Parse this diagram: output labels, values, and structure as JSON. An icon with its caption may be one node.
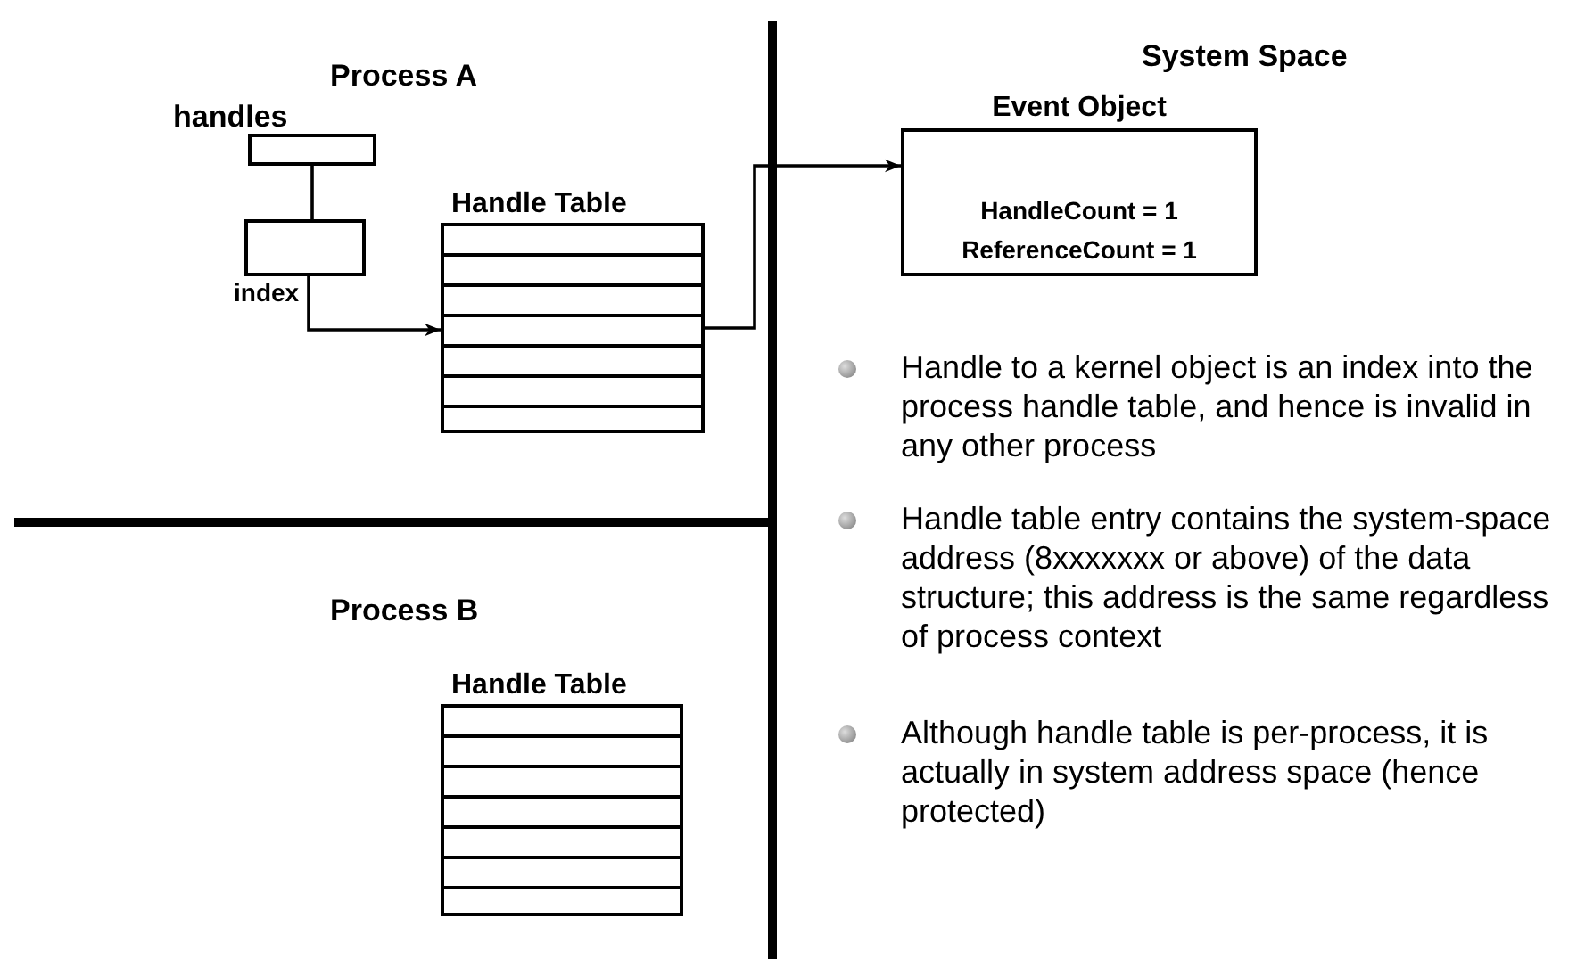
{
  "diagram": {
    "nodes": [
      {
        "text": [
          "handles"
        ]
      },
      {
        "text": [
          "index"
        ]
      },
      {
        "text": [
          "Handle Table"
        ]
      },
      {
        "text": [
          "Event Object",
          "HandleCount = 1",
          "ReferenceCount = 1"
        ]
      },
      {
        "text": [
          "Handle Table"
        ]
      }
    ],
    "edges": [
      {
        "from": 0,
        "to": 1,
        "arrow": "none"
      },
      {
        "from": 1,
        "to": 2,
        "arrow": "to"
      },
      {
        "from": 2,
        "to": 3,
        "arrow": "to"
      }
    ],
    "labels": [
      "Process A",
      "System Space",
      "Process B",
      "Handle to a kernel object is an index into the process handle table, and hence is invalid in any other process",
      "Handle table entry contains the system-space address (8xxxxxxx or above) of the data structure; this address is the same regardless of process context",
      "Although handle table is per-process, it is actually in system address space (hence protected)"
    ]
  }
}
